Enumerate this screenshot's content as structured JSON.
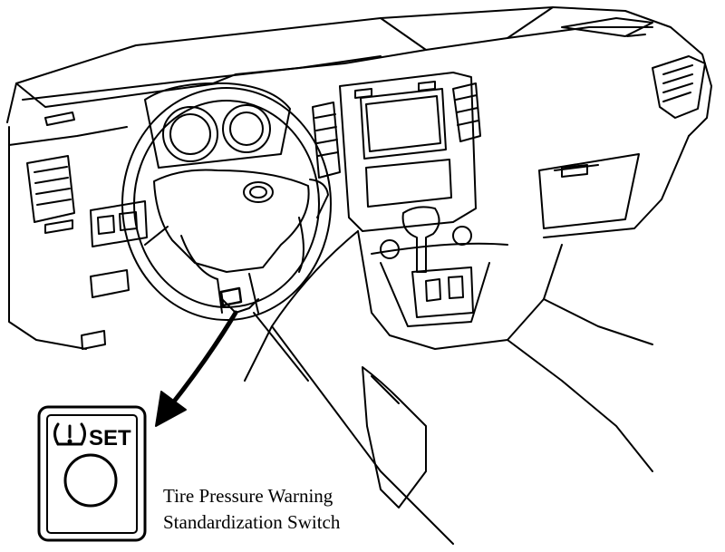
{
  "switch_panel": {
    "set_label": "SET"
  },
  "caption": {
    "line1": "Tire Pressure Warning",
    "line2": "Standardization Switch"
  },
  "colors": {
    "ink": "#000000",
    "background": "#ffffff"
  }
}
